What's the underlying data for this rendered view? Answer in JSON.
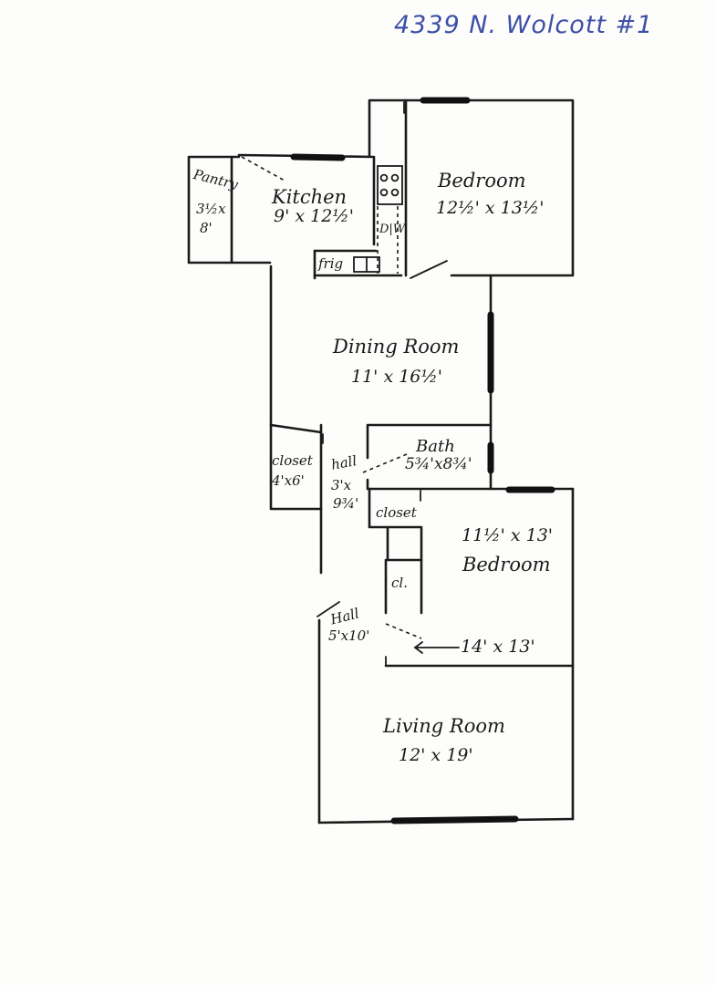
{
  "header": {
    "address": "4339 N. Wolcott #1"
  },
  "rooms": {
    "bedroom_rear": {
      "name": "Bedroom",
      "dims": "12½' x 13½'"
    },
    "kitchen": {
      "name": "Kitchen",
      "dims": "9' x 12½'"
    },
    "pantry": {
      "name": "Pantry",
      "dims_1": "3½x",
      "dims_2": "8'"
    },
    "dining": {
      "name": "Dining Room",
      "dims": "11' x 16½'"
    },
    "closet_hall": {
      "name": "closet",
      "dims": "4'x6'"
    },
    "hall_1": {
      "name": "hall",
      "dims_1": "3'x",
      "dims_2": "9¾'"
    },
    "bath": {
      "name": "Bath",
      "dims": "5¾'x8¾'"
    },
    "closet_bed": {
      "name": "closet"
    },
    "cl": {
      "name": "cl."
    },
    "bedroom_front": {
      "dims": "11½' x 13'",
      "name": "Bedroom"
    },
    "hall_2": {
      "name": "Hall",
      "dims": "5'x10'"
    },
    "arrow_note": {
      "dims": "14' x 13'"
    },
    "living": {
      "name": "Living Room",
      "dims": "12' x 19'"
    }
  },
  "fixtures": {
    "frig": "frig",
    "dw": "D|W"
  }
}
